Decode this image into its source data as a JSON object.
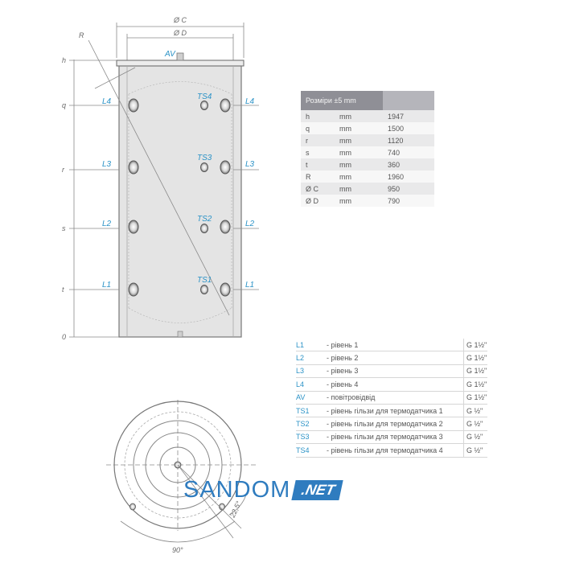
{
  "drawing": {
    "dims": {
      "dia_c": "Ø C",
      "dia_d": "Ø D",
      "radius": "R"
    },
    "height_marks": [
      "h",
      "q",
      "r",
      "s",
      "t",
      "0"
    ],
    "connections": {
      "av": "AV",
      "left": [
        "L4",
        "L3",
        "L2",
        "L1"
      ],
      "right": [
        "L4",
        "L3",
        "L2",
        "L1"
      ],
      "sensors": [
        "TS4",
        "TS3",
        "TS2",
        "TS1"
      ]
    },
    "plan_angles": {
      "angle_small": "22,5°",
      "angle_large": "90°"
    }
  },
  "dimensions_table": {
    "header": "Розміри ±5 mm",
    "rows": [
      {
        "label": "h",
        "unit": "mm",
        "value": "1947"
      },
      {
        "label": "q",
        "unit": "mm",
        "value": "1500"
      },
      {
        "label": "r",
        "unit": "mm",
        "value": "1120"
      },
      {
        "label": "s",
        "unit": "mm",
        "value": "740"
      },
      {
        "label": "t",
        "unit": "mm",
        "value": "360"
      },
      {
        "label": "R",
        "unit": "mm",
        "value": "1960"
      },
      {
        "label": "Ø C",
        "unit": "mm",
        "value": "950"
      },
      {
        "label": "Ø D",
        "unit": "mm",
        "value": "790"
      }
    ]
  },
  "legend": [
    {
      "code": "L1",
      "desc": "- рівень 1",
      "thread": "G 1½\""
    },
    {
      "code": "L2",
      "desc": "- рівень 2",
      "thread": "G 1½\""
    },
    {
      "code": "L3",
      "desc": "- рівень 3",
      "thread": "G 1½\""
    },
    {
      "code": "L4",
      "desc": "- рівень 4",
      "thread": "G 1½\""
    },
    {
      "code": "AV",
      "desc": "- повітровідвід",
      "thread": "G 1½\""
    },
    {
      "code": "TS1",
      "desc": "- рівень гільзи для термодатчика 1",
      "thread": "G ½\""
    },
    {
      "code": "TS2",
      "desc": "- рівень гільзи для термодатчика 2",
      "thread": "G ½\""
    },
    {
      "code": "TS3",
      "desc": "- рівень гільзи для термодатчика 3",
      "thread": "G ½\""
    },
    {
      "code": "TS4",
      "desc": "- рівень гільзи для термодатчика 4",
      "thread": "G ½\""
    }
  ],
  "watermark": {
    "main": "SANDOM",
    "tag": ".NET"
  },
  "colors": {
    "accent": "#2c93c7",
    "brand": "#2f7cbf",
    "line": "#8a8a8a",
    "header": "#8f8f96"
  }
}
